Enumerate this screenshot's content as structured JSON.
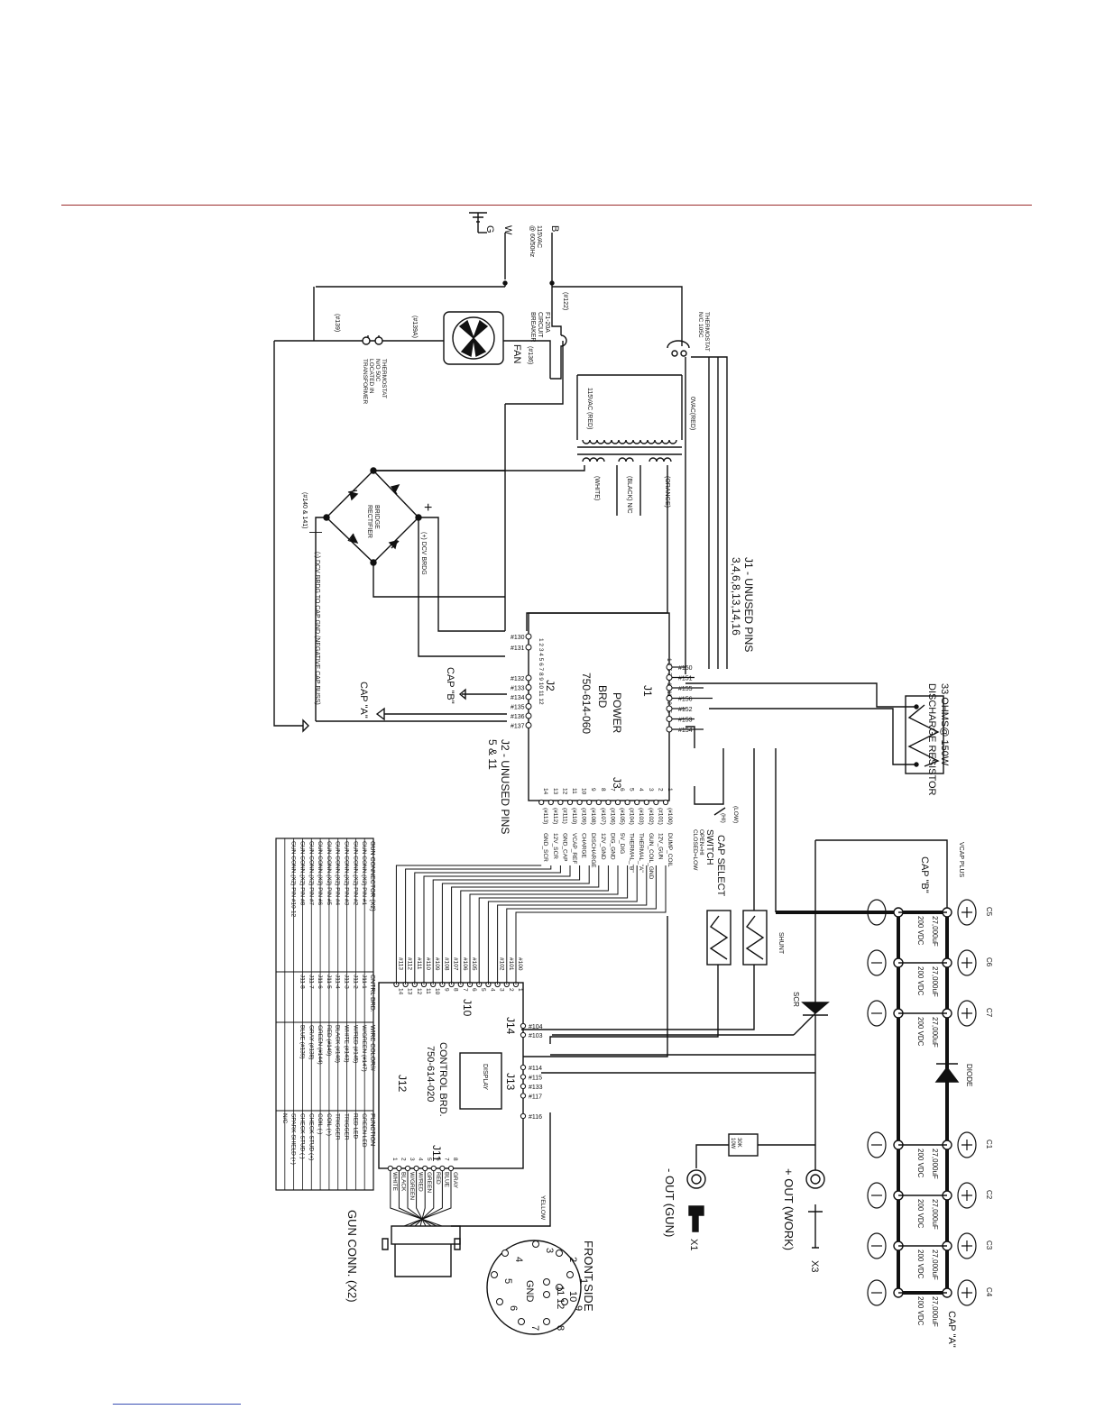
{
  "labels": {
    "mains_b": "B",
    "mains_w": "W",
    "mains_g": "G",
    "mains_spec": "115VAC",
    "mains_freq": "@ 60/50Hz",
    "breaker_wire": "(#122)",
    "breaker_rating": "F1-20A",
    "breaker_name1": "CIRCUIT",
    "breaker_name2": "BREAKER",
    "fan": "FAN",
    "fan_wire": "(#136)",
    "wire_139a": "(#139A)",
    "wire_139": "(#139)",
    "thermo_xfmr1": "THERMOSTAT",
    "thermo_xfmr2": "N/O 50C",
    "thermo_xfmr3": "LOCATED IN",
    "thermo_xfmr4": "TRANSFORMER",
    "thermo_top1": "THERMOSTAT",
    "thermo_top2": "N/C 105C",
    "xfmr_115": "115VAC (RED)",
    "xfmr_0vac": "0VAC(RED)",
    "sec_white": "(WHITE)",
    "sec_black": "(BLACK) N/C",
    "sec_orange": "(ORANGE)",
    "bridge1": "BRIDGE",
    "bridge2": "RECTIFIER",
    "plus": "+",
    "minus": "—",
    "dcv_pos": "(+) DCV BRDG",
    "dcv_neg": "(-) DCV BRDG TO CAP GND (NEGATIVE CAP BUSS)",
    "wire_140": "(#140 & 141)",
    "j1_unused1": "J1 - UNUSED PINS",
    "j1_unused2": "3,4,6,8,13,14,16",
    "discharge1": "33 OHMS@ 150W",
    "discharge2": "DISCHARGE RESISTOR",
    "power_brd1": "POWER",
    "power_brd2": "BRD",
    "power_brd3": "750-614-060",
    "j1": "J1",
    "j2": "J2",
    "j3": "J3",
    "j1_pins": "1 2 5 7 9 10 11 12 15",
    "j2_pins": "1 2 3 4 5 6 7 8 9 10 11 12",
    "j2_unused1": "J2 - UNUSED PINS",
    "j2_unused2": "5 & 11",
    "cap_b_ref": "CAP \"B\"",
    "cap_a_ref": "CAP \"A\"",
    "cap_select1": "CAP SELECT",
    "cap_select2": "SWITCH",
    "cap_select3": "OPEN=HI",
    "cap_select4": "CLOSED=LOW",
    "cap_select_low": "(LOW)",
    "cap_select_hi": "(HI)",
    "vcap_plus": "VCAP PLUS",
    "shunt": "SHUNT",
    "scr": "SCR",
    "diode": "DIODE",
    "res_30k1": "30K",
    "res_30k2": "10W",
    "out_work": "+ OUT (WORK)",
    "out_gun": "- OUT (GUN)",
    "x1": "X1",
    "x3": "X3",
    "control1": "CONTROL BRD.",
    "control2": "750-614-020",
    "display": "DISPLAY",
    "j10": "J10",
    "j11": "J11",
    "j12": "J12",
    "j13": "J13",
    "j14": "J14",
    "yellow": "YELLOW",
    "gun_conn": "GUN CONN. (X2)",
    "front_side": "FRONT SIDE",
    "gnd": "GND",
    "cap_b_bank": "CAP \"B\"",
    "cap_a_bank": "CAP \"A\""
  },
  "j1_wires": [
    "#150",
    "#151",
    "#155",
    "#156",
    "#152",
    "#153",
    "#154"
  ],
  "j2_wires": [
    "#130",
    "#131",
    "#132",
    "#133",
    "#134",
    "#135",
    "#136",
    "#137"
  ],
  "j3_rows": [
    {
      "pin": "1",
      "wire": "(#100)",
      "signal": "DUMP_COIL"
    },
    {
      "pin": "2",
      "wire": "(#101)",
      "signal": "12V_GUN"
    },
    {
      "pin": "3",
      "wire": "(#102)",
      "signal": "GUN_COIL_GND"
    },
    {
      "pin": "4",
      "wire": "(#103)",
      "signal": "THERMAL_\"A\""
    },
    {
      "pin": "5",
      "wire": "(#104)",
      "signal": "THERMAL_\"B\""
    },
    {
      "pin": "6",
      "wire": "(#105)",
      "signal": "5V_DIG"
    },
    {
      "pin": "7",
      "wire": "(#106)",
      "signal": "DIG_GND"
    },
    {
      "pin": "8",
      "wire": "(#107)",
      "signal": "12V_GND"
    },
    {
      "pin": "9",
      "wire": "(#108)",
      "signal": "DISCHARGE"
    },
    {
      "pin": "10",
      "wire": "(#109)",
      "signal": "CHARGE"
    },
    {
      "pin": "11",
      "wire": "(#110)",
      "signal": "VCAP_REF"
    },
    {
      "pin": "12",
      "wire": "(#111)",
      "signal": "GND_CAP"
    },
    {
      "pin": "13",
      "wire": "(#112)",
      "signal": "12V_SCR"
    },
    {
      "pin": "14",
      "wire": "(#113)",
      "signal": "GND_SCR"
    }
  ],
  "j10_wires": [
    "#100",
    "#101",
    "#102",
    "#105",
    "#106",
    "#107",
    "#108",
    "#109",
    "#110",
    "#111",
    "#112",
    "#113"
  ],
  "j10_pins": [
    "1",
    "2",
    "3",
    "4",
    "5",
    "6",
    "7",
    "8",
    "9",
    "10",
    "11",
    "12",
    "13",
    "14"
  ],
  "j14_wires": [
    "#104",
    "#103"
  ],
  "j13_wires": [
    "#114",
    "#115",
    "#133",
    "#117",
    "#116"
  ],
  "j11_wires": [
    "GRAY",
    "BLUE",
    "RED",
    "GREEN",
    "W/RED",
    "W/GREEN",
    "BLACK",
    "WHITE"
  ],
  "j11_pins": [
    "8",
    "7",
    "6",
    "5",
    "4",
    "3",
    "2",
    "1"
  ],
  "connector_pins": [
    "1",
    "2",
    "3",
    "4",
    "5",
    "6",
    "7",
    "8",
    "9",
    "10",
    "11",
    "12"
  ],
  "caps": [
    {
      "name": "C5",
      "value": "27,000uF",
      "voltage": "200 VDC"
    },
    {
      "name": "C6",
      "value": "27,000uF",
      "voltage": "200 VDC"
    },
    {
      "name": "C7",
      "value": "27,000uF",
      "voltage": "200 VDC"
    },
    {
      "name": "C1",
      "value": "27,000uF",
      "voltage": "200 VDC"
    },
    {
      "name": "C2",
      "value": "27,000uF",
      "voltage": "200 VDC"
    },
    {
      "name": "C3",
      "value": "27,000uF",
      "voltage": "200 VDC"
    },
    {
      "name": "C4",
      "value": "27,000uF",
      "voltage": "200 VDC"
    }
  ],
  "table": {
    "headers": [
      "GUN CONNECTOR (X2)",
      "CNTRL BRD.",
      "WIRE COLOR/#",
      "FUNCTION"
    ],
    "rows": [
      [
        "GUN CONN.(X2) PIN #1",
        "J11-1",
        "W/GREEN (#147)",
        "GREEN LED"
      ],
      [
        "GUN CONN.(X2) PIN #2",
        "J11-2",
        "W/RED (#145)",
        "RED LED"
      ],
      [
        "GUN CONN.(X2) PIN #3",
        "J11-3",
        "WHITE (#143)",
        "TRIGGER"
      ],
      [
        "GUN CONN.(X2) PIN #4",
        "J11-4",
        "BLACK (#148)",
        "TRIGGER"
      ],
      [
        "GUN CONN.(X2) PIN #5",
        "J11-5",
        "RED (#149)",
        "COIL (+)"
      ],
      [
        "GUN CONN.(X2) PIN #6",
        "J11-6",
        "GREEN (#144)",
        "COIL (-)"
      ],
      [
        "GUN CONN.(X2) PIN #7",
        "J11-7",
        "GRAY (#138)",
        "CHECK STUD (+)"
      ],
      [
        "GUN CONN.(X2) PIN #8",
        "J11-8",
        "BLUE (#139)",
        "CHECK STUD (-)"
      ],
      [
        "GUN CONN.(X2) PIN #10-12",
        "",
        "",
        "SPARK SHIELD (+)"
      ],
      [
        "",
        "",
        "",
        "N/C"
      ]
    ]
  }
}
